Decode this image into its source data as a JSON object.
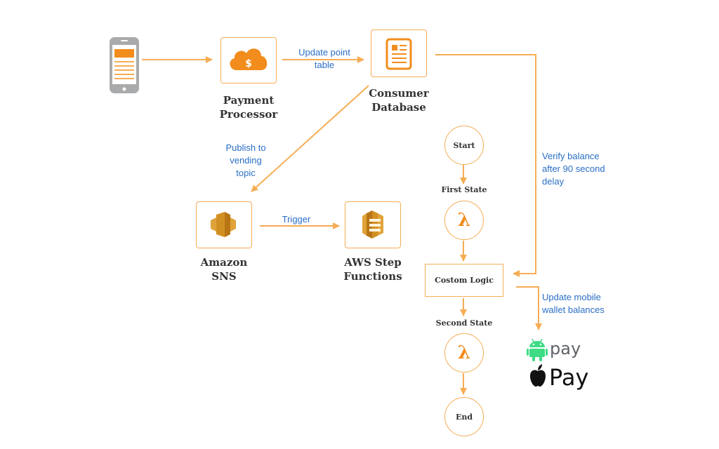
{
  "nodes": {
    "payment_processor": "Payment\nProcessor",
    "consumer_database": "Consumer\nDatabase",
    "amazon_sns": "Amazon\nSNS",
    "aws_step_functions": "AWS Step\nFunctions"
  },
  "edges": {
    "update_point_table": "Update point\ntable",
    "publish_to_topic": "Publish to\nvending\ntopic",
    "trigger": "Trigger",
    "verify_balance": "Verify balance\nafter 90 second\ndelay",
    "update_wallets": "Update mobile\nwallet balances"
  },
  "workflow": {
    "start": "Start",
    "first_state": "First State",
    "custom_logic": "Costom Logic",
    "second_state": "Second State",
    "end": "End",
    "lambda_symbol": "λ"
  },
  "payment_brands": {
    "android": "pay",
    "apple": "Pay"
  },
  "icons": [
    "phone-icon",
    "cloud-dollar-icon",
    "document-icon",
    "sns-icon",
    "step-functions-icon",
    "lambda-icon",
    "android-icon",
    "apple-icon"
  ],
  "colors": {
    "accent": "#f28c1c",
    "connector": "#f6ad55",
    "edge_label": "#2a6ec6",
    "android_green": "#3ddc84"
  }
}
